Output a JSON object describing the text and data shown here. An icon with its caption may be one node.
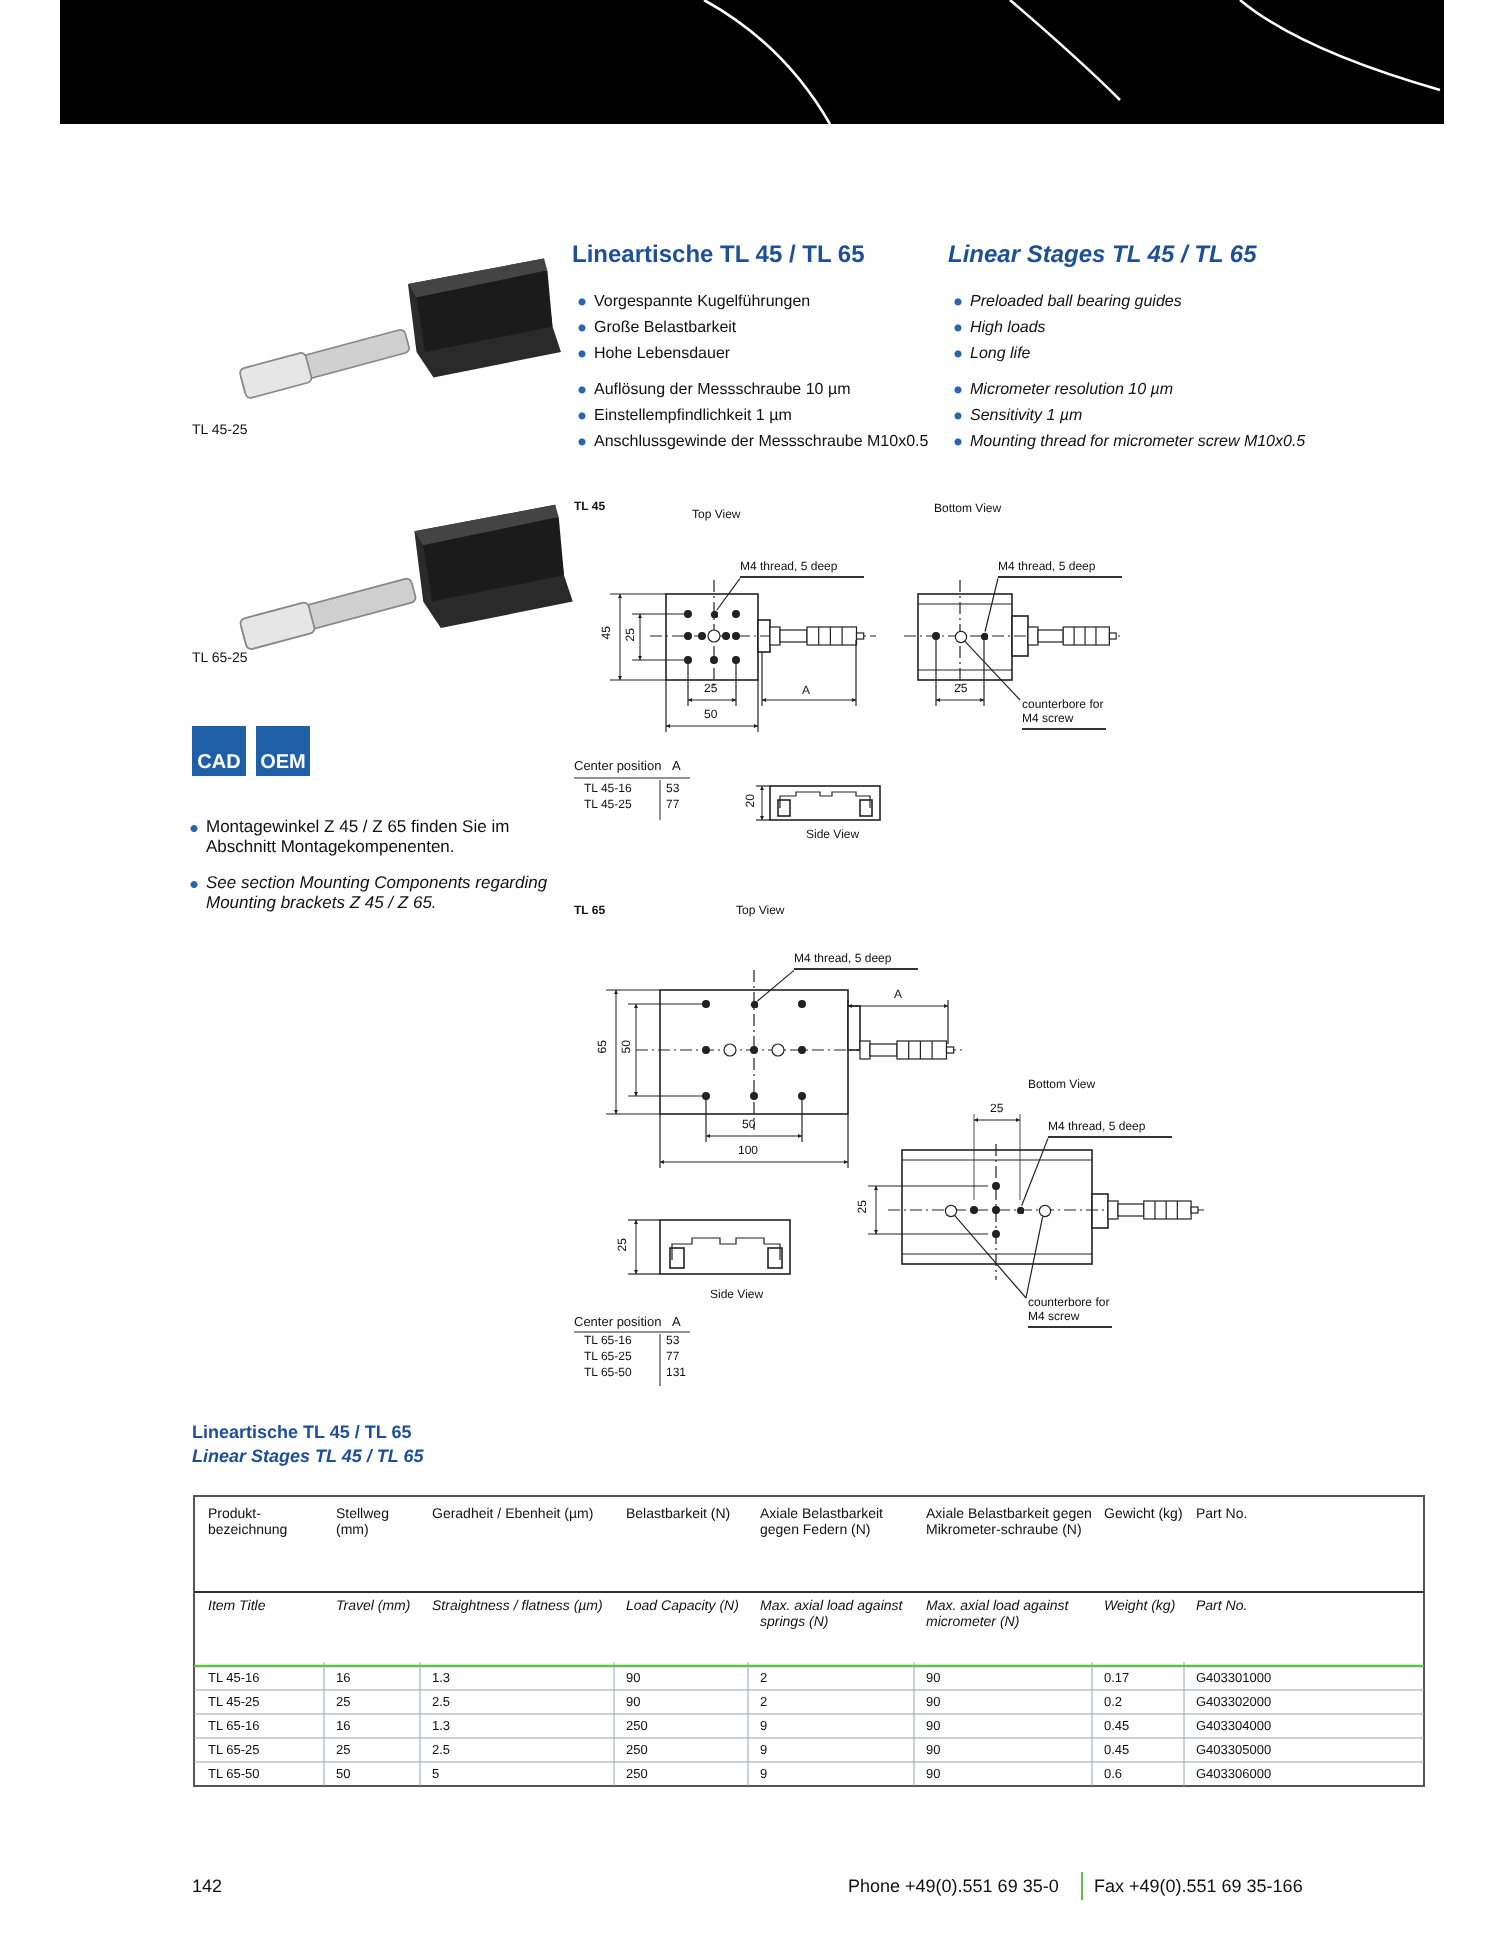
{
  "diagram": {
    "nodes": [
      {
        "text": [
          "M4 thread, 5 deep"
        ]
      },
      {
        "text": [
          "M4 thread, 5 deep"
        ]
      },
      {
        "text": [
          "counterbore for M4 screw"
        ]
      },
      {
        "text": [
          "M4 thread, 5 deep"
        ]
      },
      {
        "text": [
          "M4 thread, 5 deep"
        ]
      },
      {
        "text": [
          "counterbore for M4 screw"
        ]
      },
      {
        "text": [],
        "shape": "circle"
      },
      {
        "text": [],
        "shape": "circle"
      },
      {
        "text": [],
        "shape": "circle"
      },
      {
        "text": [],
        "shape": "circle"
      },
      {
        "text": [],
        "shape": "circle"
      },
      {
        "text": [],
        "shape": "circle"
      },
      {
        "text": [],
        "shape": "circle"
      }
    ],
    "edges": [
      {
        "from": 0,
        "to": 6,
        "arrow": "none"
      },
      {
        "from": 1,
        "to": 8,
        "arrow": "none"
      },
      {
        "from": 2,
        "to": 7,
        "arrow": "none"
      },
      {
        "from": 3,
        "to": 9,
        "arrow": "none"
      },
      {
        "from": 4,
        "to": 11,
        "arrow": "none"
      },
      {
        "from": 5,
        "to": 10,
        "arrow": "none"
      },
      {
        "from": 5,
        "to": 12,
        "arrow": "none"
      }
    ],
    "labels": [
      "Lineartische TL 45 / TL 65",
      "Linear Stages TL 45 / TL 65",
      "Vorgespannte Kugelführungen",
      "Große Belastbarkeit",
      "Hohe Lebensdauer",
      "Auflösung der Messschraube 10 µm",
      "Einstellempfindlichkeit 1 µm",
      "Anschlussgewinde der Messschraube M10x0.5",
      "Preloaded ball bearing guides",
      "High loads",
      "Long life",
      "Micrometer resolution 10 µm",
      "Sensitivity 1 µm",
      "Mounting thread for micrometer screw M10x0.5",
      "TL 45-25",
      "TL 65-25",
      "CAD",
      "OEM",
      "Montagewinkel Z 45 / Z 65 finden Sie im Abschnitt Montagekompenenten.",
      "See section Mounting Components regarding Mounting brackets Z 45 / Z 65.",
      "TL 45",
      "Top View",
      "Bottom View",
      "45",
      "25",
      "25",
      "A",
      "50",
      "25",
      "Center position",
      "A",
      "TL 45-16",
      "53",
      "TL 45-25",
      "77",
      "20",
      "Side View",
      "TL 65",
      "Top View",
      "A",
      "65",
      "50",
      "50",
      "100",
      "Bottom View",
      "25",
      "25",
      "25",
      "Side View",
      "Center position",
      "A",
      "TL 65-16",
      "53",
      "TL 65-25",
      "77",
      "TL 65-50",
      "131",
      "Lineartische TL 45 / TL 65",
      "Linear Stages TL 45 / TL 65",
      "Produkt-bezeichnung",
      "Stellweg (mm)",
      "Geradheit / Ebenheit (µm)",
      "Belastbarkeit (N)",
      "Axiale Belastbarkeit gegen Federn (N)",
      "Axiale Belastbarkeit gegen Mikrometer-schraube (N)",
      "Gewicht (kg)",
      "Part No.",
      "Item Title",
      "Travel (mm)",
      "Straightness / flatness (µm)",
      "Load Capacity (N)",
      "Max. axial load against springs (N)",
      "Max. axial load against micrometer (N)",
      "Weight (kg)",
      "Part No.",
      "TL 45-16",
      "16",
      "1.3",
      "90",
      "2",
      "90",
      "0.17",
      "G403301000",
      "TL 45-25",
      "25",
      "2.5",
      "90",
      "2",
      "90",
      "0.2",
      "G403302000",
      "TL 65-16",
      "16",
      "1.3",
      "250",
      "9",
      "90",
      "0.45",
      "G403304000",
      "TL 65-25",
      "25",
      "2.5",
      "250",
      "9",
      "90",
      "0.45",
      "G403305000",
      "TL 65-50",
      "50",
      "5",
      "250",
      "9",
      "90",
      "0.6",
      "G403306000",
      "142",
      "Phone +49(0).551 69 35-0",
      "Fax +49(0).551 69 35-166"
    ]
  }
}
